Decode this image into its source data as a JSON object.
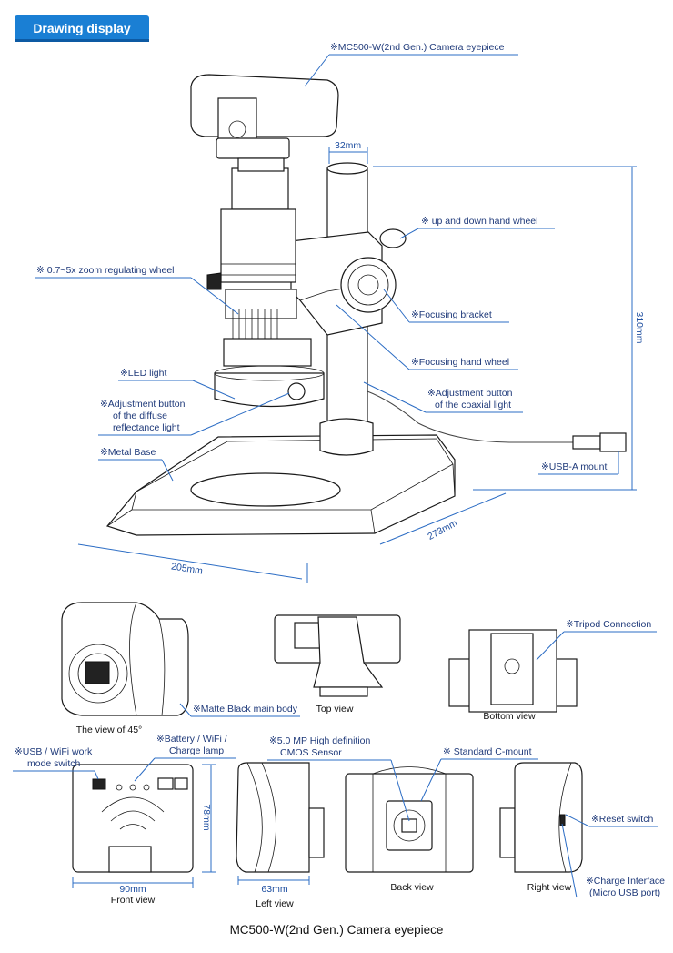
{
  "header": {
    "title": "Drawing display",
    "color": "#1a7fd4"
  },
  "labels": {
    "camera_eyepiece": "※MC500-W(2nd Gen.) Camera eyepiece",
    "up_down_wheel": "※ up and down hand wheel",
    "zoom_wheel": "※ 0.7~5x  zoom regulating wheel",
    "focusing_bracket": "※Focusing bracket",
    "focusing_hand_wheel": "※Focusing hand wheel",
    "led_light": "※LED light",
    "adj_diffuse_1": "※Adjustment button",
    "adj_diffuse_2": "of the diffuse",
    "adj_diffuse_3": "reflectance light",
    "adj_coaxial_1": "※Adjustment button",
    "adj_coaxial_2": "of the coaxial light",
    "metal_base": "※Metal Base",
    "usb_a_mount": "※USB-A mount",
    "matte_body": "※Matte Black main body",
    "tripod": "※Tripod Connection",
    "usb_wifi_1": "※USB / WiFi work",
    "usb_wifi_2": "mode switch",
    "battery_1": "※Battery / WiFi /",
    "battery_2": "Charge lamp",
    "sensor_1": "※5.0 MP High definition",
    "sensor_2": "CMOS Sensor",
    "cmount": "※ Standard C-mount",
    "reset": "※Reset switch",
    "charge_1": "※Charge Interface",
    "charge_2": "(Micro USB port)"
  },
  "dimensions": {
    "d32": "32mm",
    "d310": "310mm",
    "d273": "273mm",
    "d205": "205mm",
    "d90": "90mm",
    "d78": "78mm",
    "d63": "63mm"
  },
  "captions": {
    "view45": "The view of 45°",
    "top": "Top view",
    "bottom": "Bottom view",
    "front": "Front view",
    "left": "Left view",
    "back": "Back view",
    "right": "Right view"
  },
  "footer": {
    "title": "MC500-W(2nd Gen.) Camera eyepiece"
  }
}
